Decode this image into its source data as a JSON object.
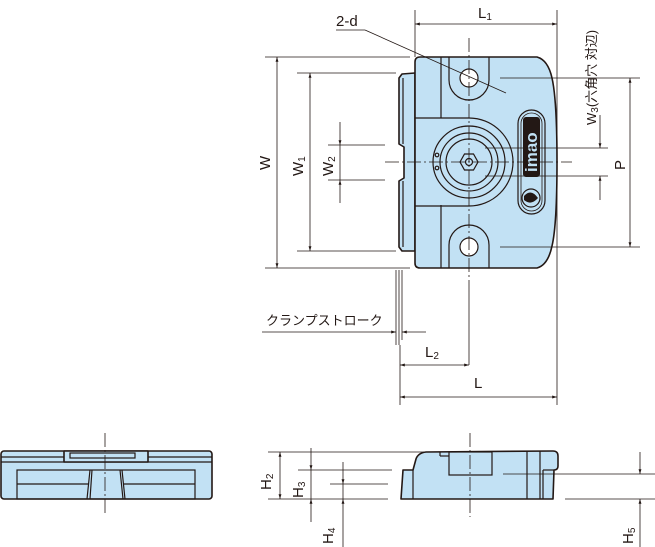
{
  "labels": {
    "hole_count_d": "2-d",
    "L1": "L",
    "L1_sub": "1",
    "L": "L",
    "L2": "L",
    "L2_sub": "2",
    "W": "W",
    "W1": "W",
    "W1_sub": "1",
    "W2": "W",
    "W2_sub": "2",
    "W3": "W",
    "W3_sub": "3",
    "W3_note": "(六角穴 対辺)",
    "P": "P",
    "clamp_stroke": "クランプストローク",
    "H2": "H",
    "H2_sub": "2",
    "H3": "H",
    "H3_sub": "3",
    "H4": "H",
    "H4_sub": "4",
    "H5": "H",
    "H5_sub": "5"
  },
  "logo_text": "imao",
  "colors": {
    "part_fill": "#c2e1f4",
    "line": "#231815"
  }
}
